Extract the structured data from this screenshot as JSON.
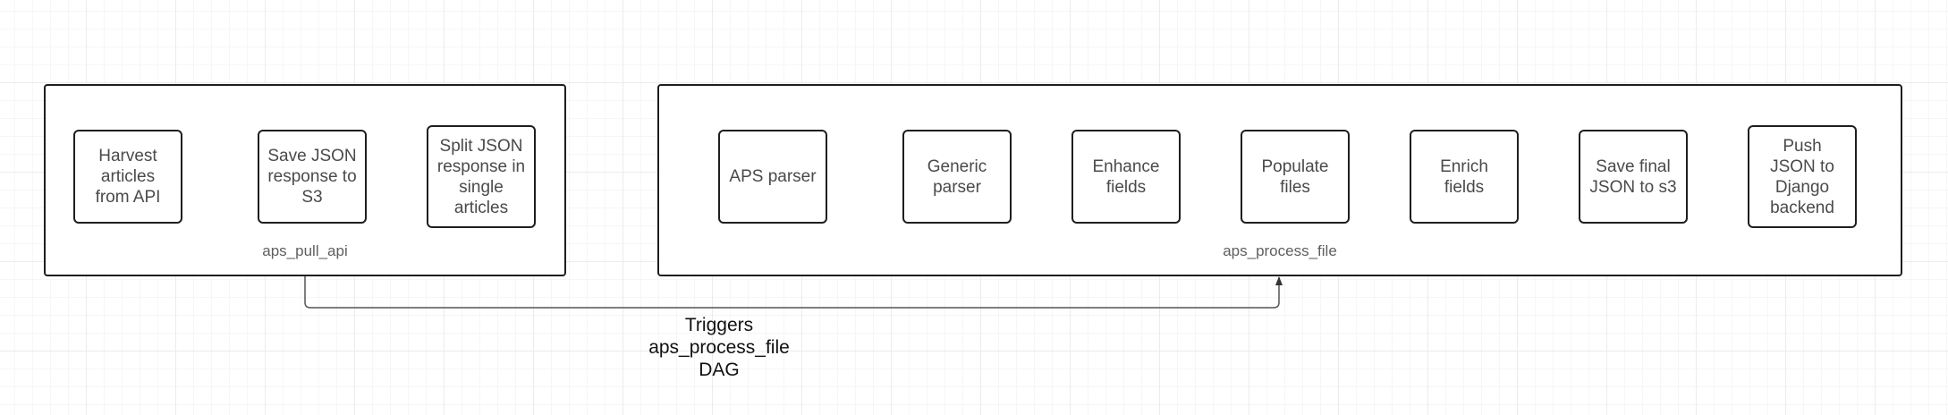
{
  "groups": {
    "pull_api": {
      "label": "aps_pull_api",
      "steps": {
        "harvest": "Harvest\narticles\nfrom API",
        "save_s3": "Save JSON\nresponse to\nS3",
        "split": "Split JSON\nresponse in\nsingle\narticles"
      }
    },
    "process_file": {
      "label": "aps_process_file",
      "steps": {
        "aps_parser": "APS parser",
        "generic_parser": "Generic\nparser",
        "enhance": "Enhance\nfields",
        "populate": "Populate\nfiles",
        "enrich": "Enrich\nfields",
        "save_final": "Save final\nJSON to s3",
        "push": "Push\nJSON to\nDjango\nbackend"
      }
    }
  },
  "trigger": {
    "label": "Triggers\naps_process_file\nDAG"
  },
  "colors": {
    "stroke": "#1e1e1e",
    "connector": "#555555",
    "node_text": "#4a4a4a",
    "group_label": "#5f5f5f"
  }
}
